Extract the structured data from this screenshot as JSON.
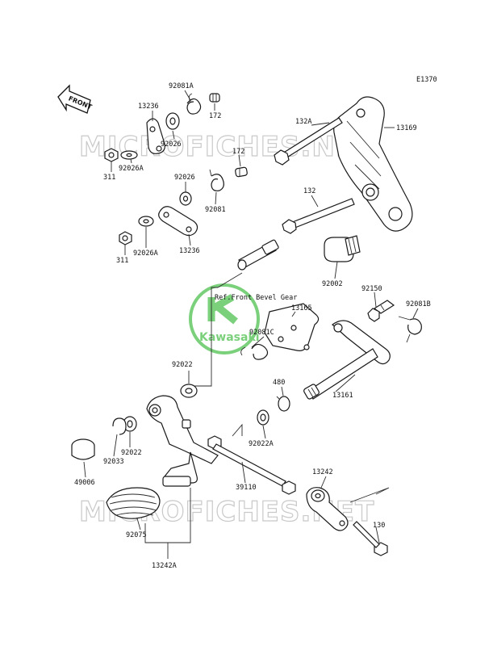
{
  "figure_code": "E1370",
  "front_label": "FRONT",
  "watermarks": [
    "MICROFICHES.NET",
    "MICROFICHES.NET"
  ],
  "logo_text": "Kawasaki",
  "reference_note": "Ref.Front Bevel Gear",
  "colors": {
    "line": "#1a1a1a",
    "watermark": "#c9c9c9",
    "logo": "#7bd07b"
  },
  "labels": {
    "l92081A": "92081A",
    "l13236a": "13236",
    "l172a": "172",
    "l92026a": "92026",
    "l311a": "311",
    "l92026Aa": "92026A",
    "l132A": "132A",
    "l13169": "13169",
    "l172b": "172",
    "l92026b": "92026",
    "l92081": "92081",
    "l132": "132",
    "l311b": "311",
    "l92026Ab": "92026A",
    "l13236b": "13236",
    "l92002": "92002",
    "l92150": "92150",
    "l92081B": "92081B",
    "l13165": "13165",
    "l92081C": "92081C",
    "l92022a": "92022",
    "l480": "480",
    "l13161": "13161",
    "l92022A": "92022A",
    "l49006": "49006",
    "l92033": "92033",
    "l92022b": "92022",
    "l39110": "39110",
    "l13242": "13242",
    "l92075": "92075",
    "l130": "130",
    "l13242A": "13242A"
  }
}
